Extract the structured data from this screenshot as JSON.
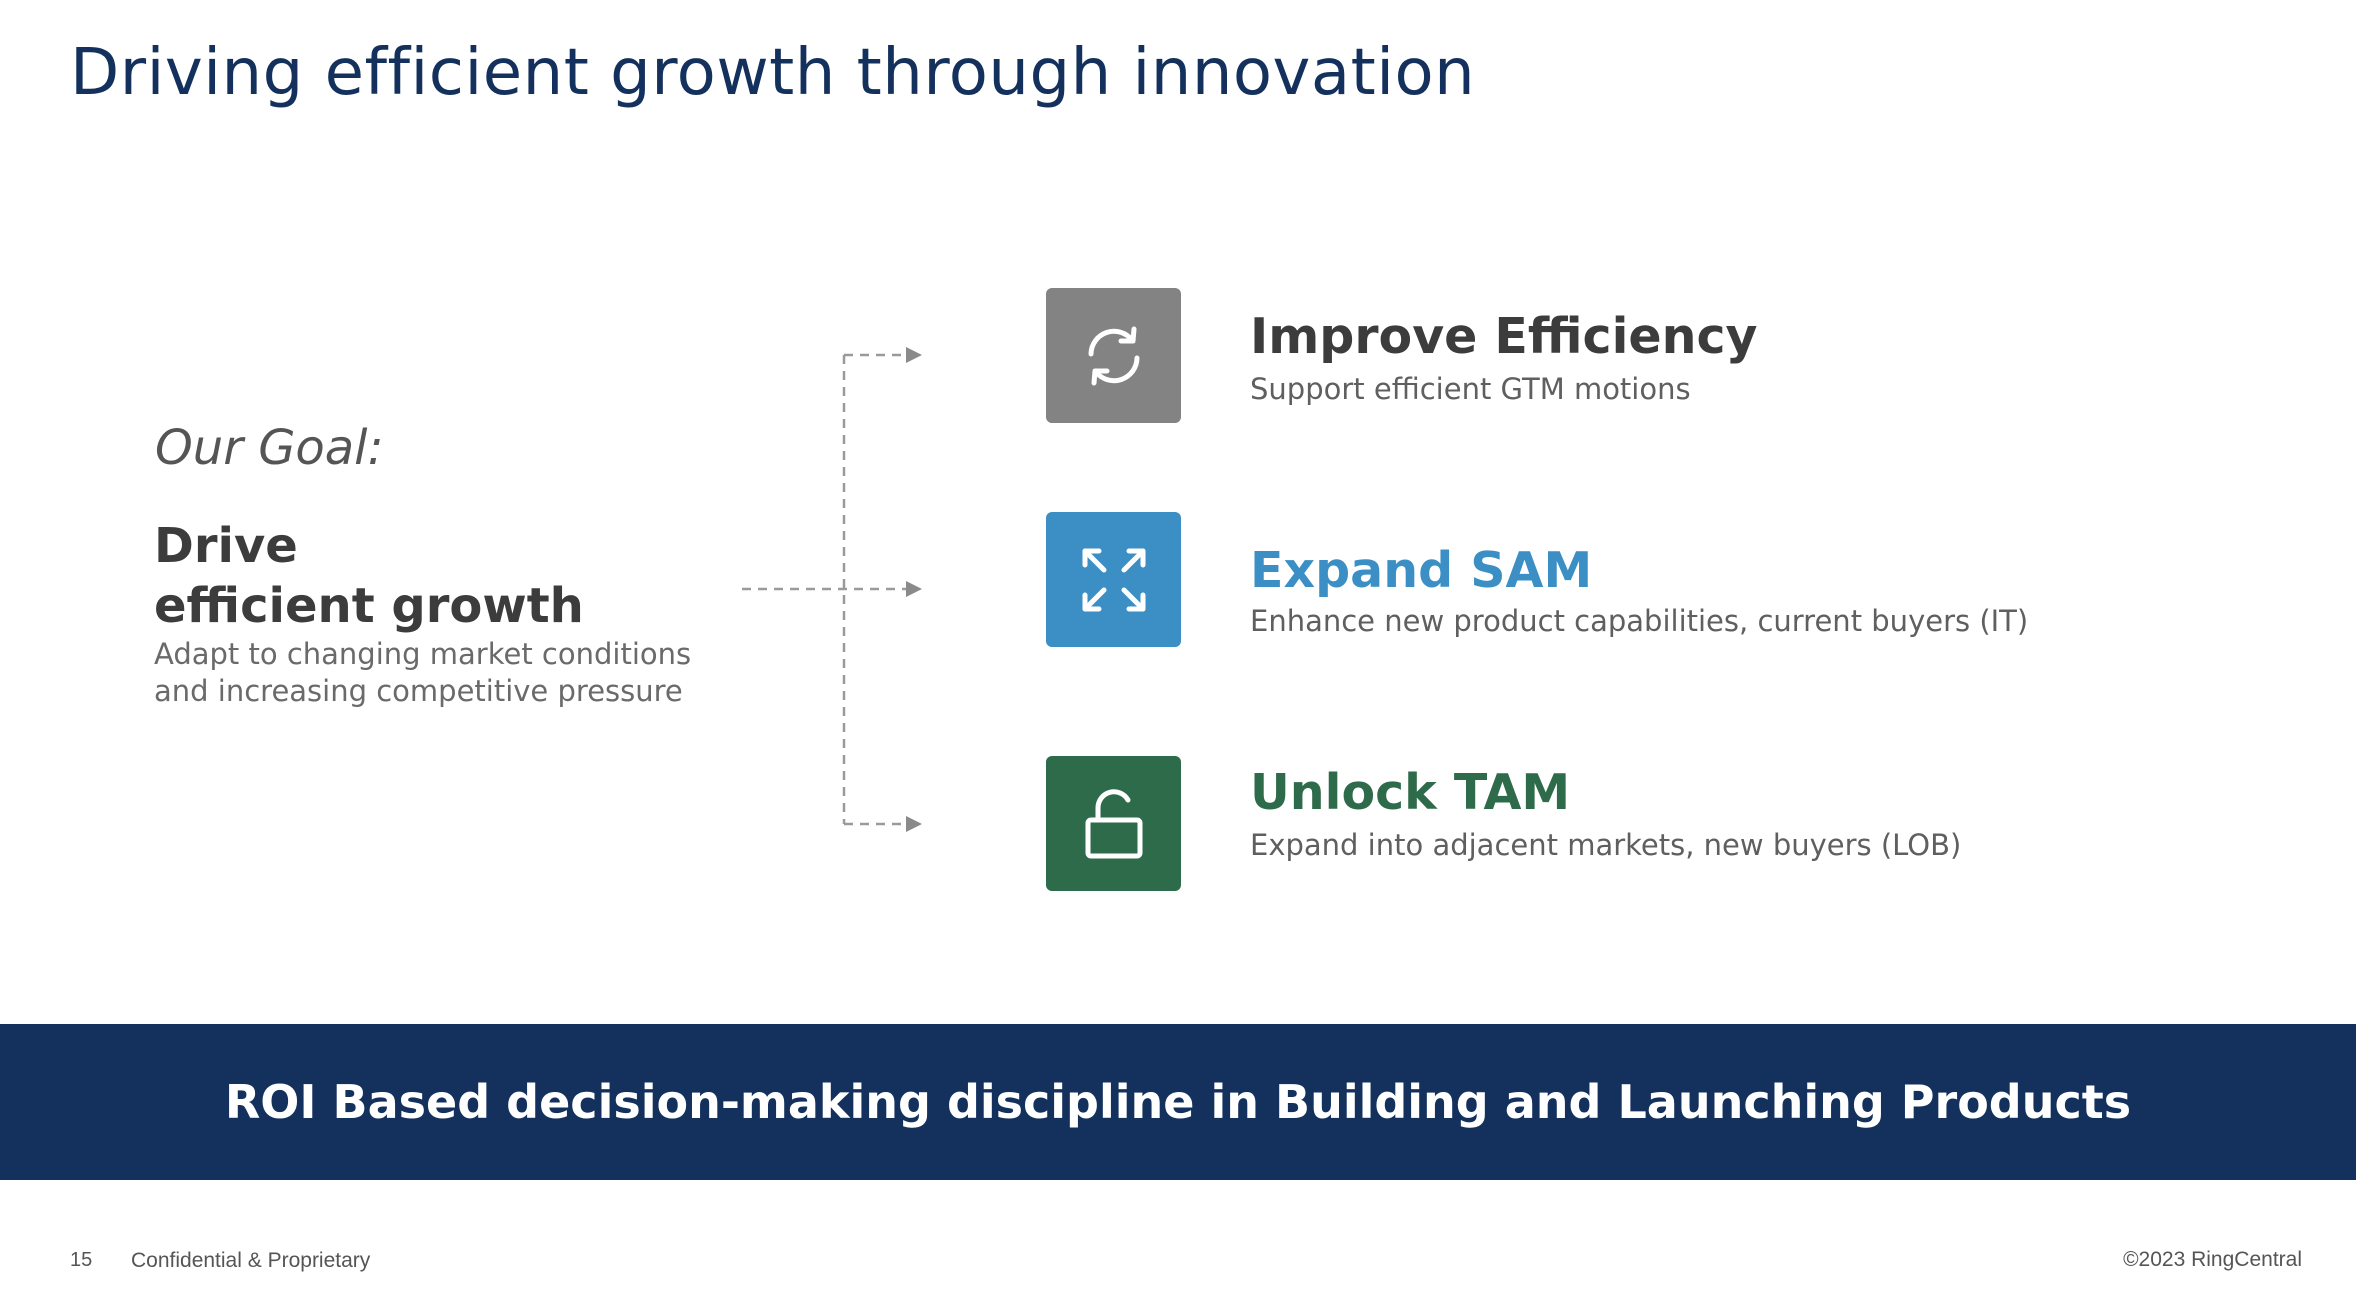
{
  "title": "Driving efficient growth through innovation",
  "goal": {
    "label": "Our Goal:",
    "heading_line1": "Drive",
    "heading_line2": "efficient growth",
    "description_line1": "Adapt to changing market conditions",
    "description_line2": "and increasing competitive pressure"
  },
  "items": [
    {
      "title": "Improve Efficiency",
      "description": "Support efficient GTM motions",
      "icon": "refresh-icon",
      "color": "#838383",
      "title_color": "#3c3c3c"
    },
    {
      "title": "Expand SAM",
      "description": "Enhance new product capabilities, current buyers (IT)",
      "icon": "expand-arrows-icon",
      "color": "#3b8fc4",
      "title_color": "#3b8fc4"
    },
    {
      "title": "Unlock TAM",
      "description": "Expand into adjacent markets, new buyers (LOB)",
      "icon": "unlock-icon",
      "color": "#2e6b4a",
      "title_color": "#2e6b4a"
    }
  ],
  "banner": {
    "text": "ROI Based decision-making discipline in Building and Launching Products",
    "color": "#13315c"
  },
  "footer": {
    "page_number": "15",
    "confidential": "Confidential & Proprietary",
    "copyright": "©2023 RingCentral"
  }
}
